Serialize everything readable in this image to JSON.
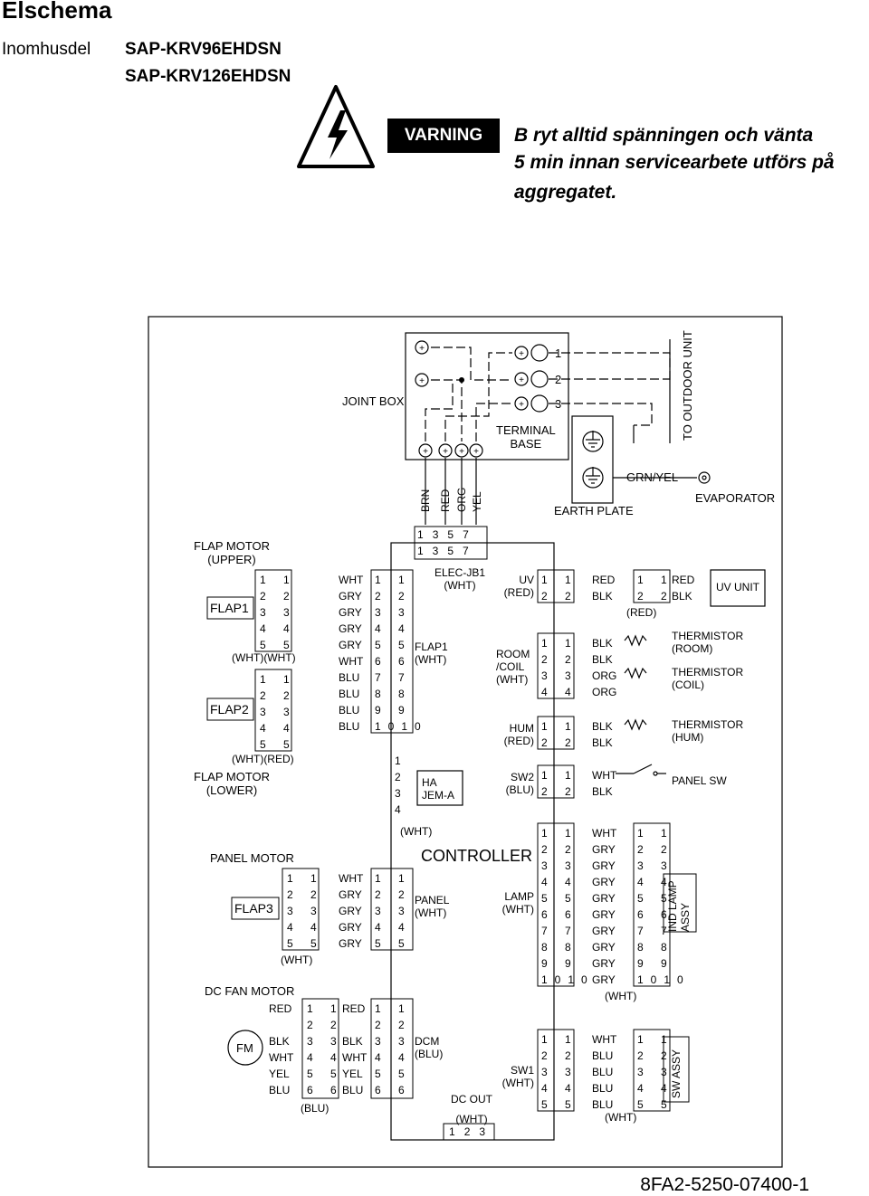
{
  "header": {
    "title": "Elschema",
    "unit_label": "Inomhusdel",
    "models": [
      "SAP-KRV96EHDSN",
      "SAP-KRV126EHDSN"
    ]
  },
  "warning": {
    "badge": "VARNING",
    "lines": [
      "B ryt alltid spänningen och vänta",
      "5  min innan servicearbete utförs på",
      "aggregatet."
    ]
  },
  "diagram": {
    "joint_box": "JOINT BOX",
    "terminal_base": [
      "TERMINAL",
      "BASE"
    ],
    "to_outdoor_unit": "TO OUTDOOR UNIT",
    "terminal_numbers": [
      "1",
      "2",
      "3"
    ],
    "wire_colors_top": [
      "BRN",
      "RED",
      "ORG",
      "YEL"
    ],
    "earth_plate": "EARTH PLATE",
    "grn_yel": "GRN/YEL",
    "evaporator": "EVAPORATOR",
    "flap_motor_upper": [
      "FLAP MOTOR",
      "(UPPER)"
    ],
    "flap_motor_lower": [
      "FLAP MOTOR",
      "(LOWER)"
    ],
    "flap1": "FLAP1",
    "flap2": "FLAP2",
    "flap3": "FLAP3",
    "wht_wht": "(WHT)(WHT)",
    "wht_red": "(WHT)(RED)",
    "wht": "(WHT)",
    "blu": "(BLU)",
    "red_paren": "(RED)",
    "flap1_wires": [
      "WHT",
      "GRY",
      "GRY",
      "GRY",
      "GRY",
      "WHT",
      "BLU",
      "BLU",
      "BLU",
      "BLU"
    ],
    "panel_motor": "PANEL MOTOR",
    "panel_wires": [
      "WHT",
      "GRY",
      "GRY",
      "GRY",
      "GRY"
    ],
    "dc_fan_motor": "DC FAN MOTOR",
    "fm": "FM",
    "fan_left_wires": [
      "RED",
      "",
      "BLK",
      "WHT",
      "YEL",
      "BLU"
    ],
    "fan_right_wires": [
      "RED",
      "",
      "BLK",
      "WHT",
      "YEL",
      "BLU"
    ],
    "elec_jb1": [
      "ELEC-JB1",
      "(WHT)"
    ],
    "top_connector": [
      "1",
      "3",
      "5",
      "7"
    ],
    "flap1_conn": [
      "FLAP1",
      "(WHT)"
    ],
    "ha_jema": [
      "HA",
      "JEM-A"
    ],
    "ha_pins": [
      "1",
      "2",
      "3",
      "4"
    ],
    "controller": "CONTROLLER",
    "panel_conn": [
      "PANEL",
      "(WHT)"
    ],
    "dcm_conn": [
      "DCM",
      "(BLU)"
    ],
    "dc_out": [
      "DC OUT",
      "(WHT)"
    ],
    "dc_out_pins": [
      "1",
      "2",
      "3"
    ],
    "uv_conn": [
      "UV",
      "(RED)"
    ],
    "room_coil": [
      "ROOM",
      "/COIL",
      "(WHT)"
    ],
    "hum_conn": [
      "HUM",
      "(RED)"
    ],
    "sw2_conn": [
      "SW2",
      "(BLU)"
    ],
    "lamp_conn": [
      "LAMP",
      "(WHT)"
    ],
    "sw1_conn": [
      "SW1",
      "(WHT)"
    ],
    "uv_unit": "UV UNIT",
    "uv_wires": [
      "RED",
      "BLK"
    ],
    "uv_out_wires": [
      "RED",
      "BLK"
    ],
    "room_coil_wires": [
      "BLK",
      "BLK",
      "ORG",
      "ORG"
    ],
    "hum_wires": [
      "BLK",
      "BLK"
    ],
    "sw2_wires": [
      "WHT",
      "BLK"
    ],
    "lamp_wires": [
      "WHT",
      "GRY",
      "GRY",
      "GRY",
      "GRY",
      "GRY",
      "GRY",
      "GRY",
      "GRY",
      "GRY"
    ],
    "sw1_wires": [
      "WHT",
      "BLU",
      "BLU",
      "BLU",
      "BLU"
    ],
    "thermistor_room": [
      "THERMISTOR",
      "(ROOM)"
    ],
    "thermistor_coil": [
      "THERMISTOR",
      "(COIL)"
    ],
    "thermistor_hum": [
      "THERMISTOR",
      "(HUM)"
    ],
    "panel_sw": "PANEL SW",
    "ind_lamp_assy": [
      "IND LAMP",
      "ASSY"
    ],
    "sw_assy": "SW ASSY"
  },
  "footer": {
    "code": "8FA2-5250-07400-1"
  }
}
